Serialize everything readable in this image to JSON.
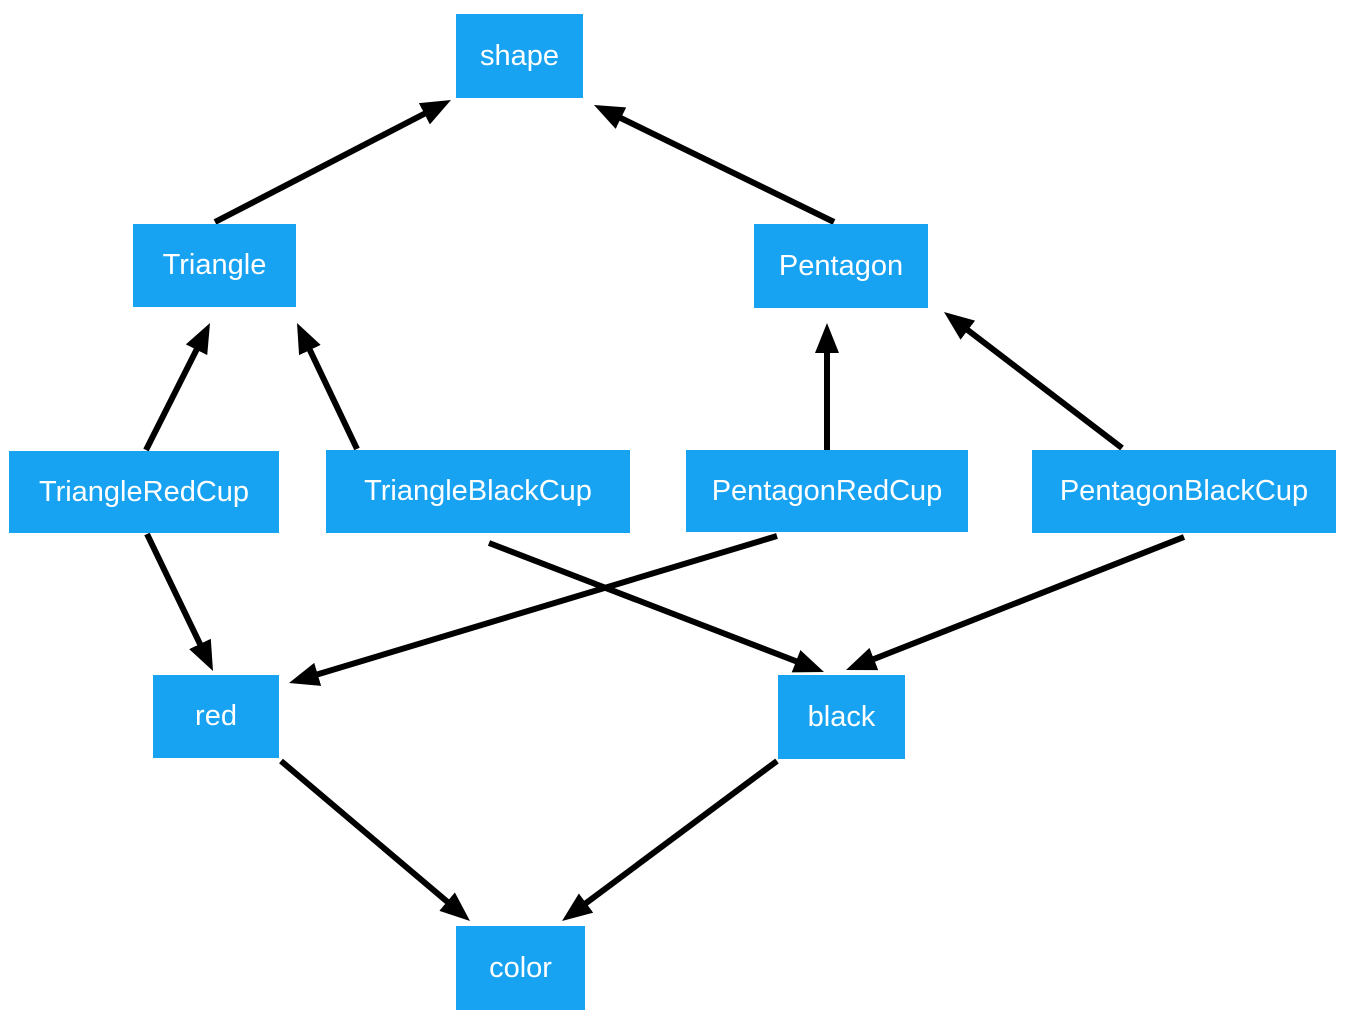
{
  "diagram": {
    "type": "directed-graph",
    "background_color": "#ffffff",
    "node_fill_color": "#18a2f2",
    "node_text_color": "#ffffff",
    "edge_color": "#000000",
    "nodes": [
      {
        "id": "shape",
        "label": "shape"
      },
      {
        "id": "Triangle",
        "label": "Triangle"
      },
      {
        "id": "Pentagon",
        "label": "Pentagon"
      },
      {
        "id": "TriangleRedCup",
        "label": "TriangleRedCup"
      },
      {
        "id": "TriangleBlackCup",
        "label": "TriangleBlackCup"
      },
      {
        "id": "PentagonRedCup",
        "label": "PentagonRedCup"
      },
      {
        "id": "PentagonBlackCup",
        "label": "PentagonBlackCup"
      },
      {
        "id": "red",
        "label": "red"
      },
      {
        "id": "black",
        "label": "black"
      },
      {
        "id": "color",
        "label": "color"
      }
    ],
    "edges": [
      {
        "from": "Triangle",
        "to": "shape"
      },
      {
        "from": "Pentagon",
        "to": "shape"
      },
      {
        "from": "TriangleRedCup",
        "to": "Triangle"
      },
      {
        "from": "TriangleBlackCup",
        "to": "Triangle"
      },
      {
        "from": "PentagonRedCup",
        "to": "Pentagon"
      },
      {
        "from": "PentagonBlackCup",
        "to": "Pentagon"
      },
      {
        "from": "TriangleRedCup",
        "to": "red"
      },
      {
        "from": "PentagonRedCup",
        "to": "red"
      },
      {
        "from": "TriangleBlackCup",
        "to": "black"
      },
      {
        "from": "PentagonBlackCup",
        "to": "black"
      },
      {
        "from": "red",
        "to": "color"
      },
      {
        "from": "black",
        "to": "color"
      }
    ]
  }
}
